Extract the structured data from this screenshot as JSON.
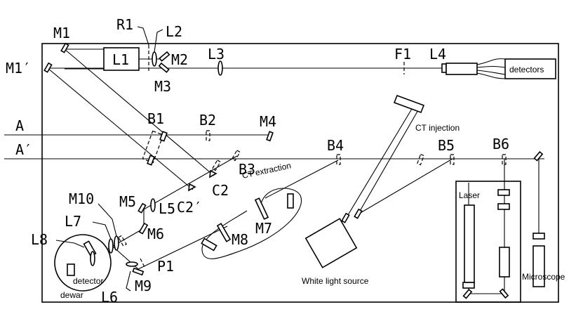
{
  "labels": {
    "M1": "M1",
    "M1p": "M1′",
    "R1": "R1",
    "L2": "L2",
    "L1": "L1",
    "M2": "M2",
    "M3": "M3",
    "L3": "L3",
    "F1": "F1",
    "L4": "L4",
    "A": "A",
    "Ap": "A′",
    "B1": "B1",
    "B2": "B2",
    "M4": "M4",
    "B3": "B3",
    "B4": "B4",
    "B5": "B5",
    "B6": "B6",
    "C2": "C2",
    "C2p": "C2′",
    "M5": "M5",
    "L5": "L5",
    "M10": "M10",
    "L7": "L7",
    "M6": "M6",
    "L8": "L8",
    "M7": "M7",
    "M8": "M8",
    "P1": "P1",
    "L6": "L6",
    "M9": "M9"
  },
  "annotations": {
    "detectors": "detectors",
    "ct_injection": "CT injection",
    "ct_extraction": "CT extraction",
    "laser": "Laser",
    "white_light_source": "White light source",
    "microscope": "Microscope",
    "detector": "detector",
    "dewar": "dewar"
  }
}
